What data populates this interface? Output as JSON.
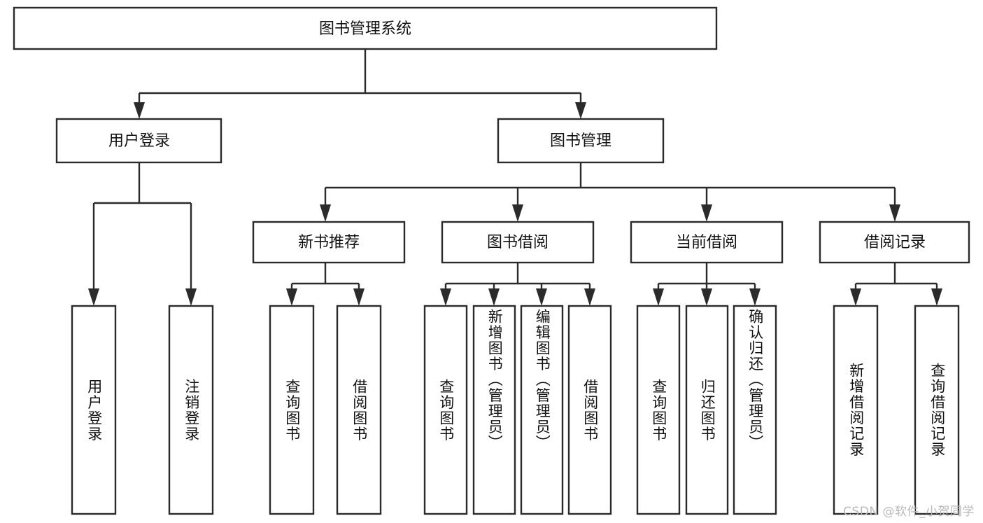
{
  "diagram": {
    "title": "图书管理系统",
    "watermark": "CSDN @软件_小贺同学",
    "accent_color": "#2b2b2b",
    "background_color": "#ffffff",
    "box_fill": "#ffffff",
    "text_color": "#111111",
    "watermark_color": "#b9b9b9"
  },
  "nodes": {
    "root": {
      "label": "图书管理系统",
      "level": 1,
      "orientation": "horizontal"
    },
    "l2": [
      {
        "id": "user-login",
        "label": "用户登录",
        "level": 2,
        "orientation": "horizontal"
      },
      {
        "id": "book-manage",
        "label": "图书管理",
        "level": 2,
        "orientation": "horizontal"
      }
    ],
    "l3": [
      {
        "id": "new-book-recommend",
        "label": "新书推荐",
        "level": 3,
        "orientation": "horizontal"
      },
      {
        "id": "book-borrow",
        "label": "图书借阅",
        "level": 3,
        "orientation": "horizontal"
      },
      {
        "id": "current-borrow",
        "label": "当前借阅",
        "level": 3,
        "orientation": "horizontal"
      },
      {
        "id": "borrow-record",
        "label": "借阅记录",
        "level": 3,
        "orientation": "horizontal"
      }
    ],
    "leaves": [
      {
        "id": "leaf-user-login",
        "label": "用户登录",
        "parent": "user-login",
        "orientation": "vertical"
      },
      {
        "id": "leaf-user-logout",
        "label": "注销登录",
        "parent": "user-login",
        "orientation": "vertical"
      },
      {
        "id": "leaf-query-book-1",
        "label": "查询图书",
        "parent": "new-book-recommend",
        "orientation": "vertical"
      },
      {
        "id": "leaf-borrow-book-1",
        "label": "借阅图书",
        "parent": "new-book-recommend",
        "orientation": "vertical"
      },
      {
        "id": "leaf-query-book-2",
        "label": "查询图书",
        "parent": "book-borrow",
        "orientation": "vertical"
      },
      {
        "id": "leaf-add-book",
        "label": "新增图书（管理员）",
        "parent": "book-borrow",
        "orientation": "vertical"
      },
      {
        "id": "leaf-edit-book",
        "label": "编辑图书（管理员）",
        "parent": "book-borrow",
        "orientation": "vertical"
      },
      {
        "id": "leaf-borrow-book-2",
        "label": "借阅图书",
        "parent": "book-borrow",
        "orientation": "vertical"
      },
      {
        "id": "leaf-query-book-3",
        "label": "查询图书",
        "parent": "current-borrow",
        "orientation": "vertical"
      },
      {
        "id": "leaf-return-book",
        "label": "归还图书",
        "parent": "current-borrow",
        "orientation": "vertical"
      },
      {
        "id": "leaf-confirm-return",
        "label": "确认归还（管理员）",
        "parent": "current-borrow",
        "orientation": "vertical"
      },
      {
        "id": "leaf-add-record",
        "label": "新增借阅记录",
        "parent": "borrow-record",
        "orientation": "vertical"
      },
      {
        "id": "leaf-query-record",
        "label": "查询借阅记录",
        "parent": "borrow-record",
        "orientation": "vertical"
      }
    ]
  },
  "chart_data": {
    "type": "tree",
    "title": "图书管理系统",
    "root": {
      "label": "图书管理系统",
      "children": [
        {
          "label": "用户登录",
          "children": [
            {
              "label": "用户登录",
              "children": []
            },
            {
              "label": "注销登录",
              "children": []
            }
          ]
        },
        {
          "label": "图书管理",
          "children": [
            {
              "label": "新书推荐",
              "children": [
                {
                  "label": "查询图书",
                  "children": []
                },
                {
                  "label": "借阅图书",
                  "children": []
                }
              ]
            },
            {
              "label": "图书借阅",
              "children": [
                {
                  "label": "查询图书",
                  "children": []
                },
                {
                  "label": "新增图书（管理员）",
                  "children": []
                },
                {
                  "label": "编辑图书（管理员）",
                  "children": []
                },
                {
                  "label": "借阅图书",
                  "children": []
                }
              ]
            },
            {
              "label": "当前借阅",
              "children": [
                {
                  "label": "查询图书",
                  "children": []
                },
                {
                  "label": "归还图书",
                  "children": []
                },
                {
                  "label": "确认归还（管理员）",
                  "children": []
                }
              ]
            },
            {
              "label": "借阅记录",
              "children": [
                {
                  "label": "新增借阅记录",
                  "children": []
                },
                {
                  "label": "查询借阅记录",
                  "children": []
                }
              ]
            }
          ]
        }
      ]
    }
  }
}
